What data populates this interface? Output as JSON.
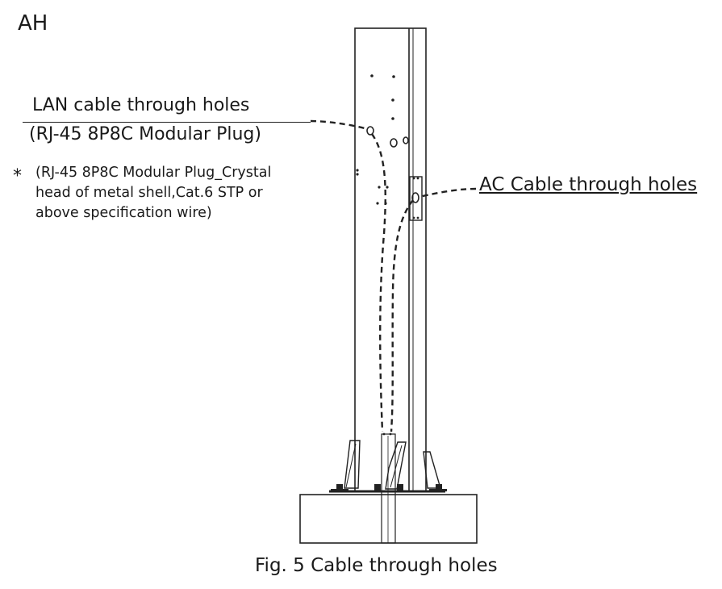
{
  "model_label": "AH",
  "lan": {
    "title": "LAN cable  through  holes",
    "subtitle": "(RJ-45 8P8C Modular Plug)"
  },
  "note": {
    "marker": "*",
    "lines": [
      "(RJ-45  8P8C  Modular  Plug_Crystal",
      "head  of  metal  shell,Cat.6  STP  or",
      "above specification wire)"
    ]
  },
  "ac_label": "AC Cable through holes",
  "caption": "Fig. 5 Cable through holes"
}
